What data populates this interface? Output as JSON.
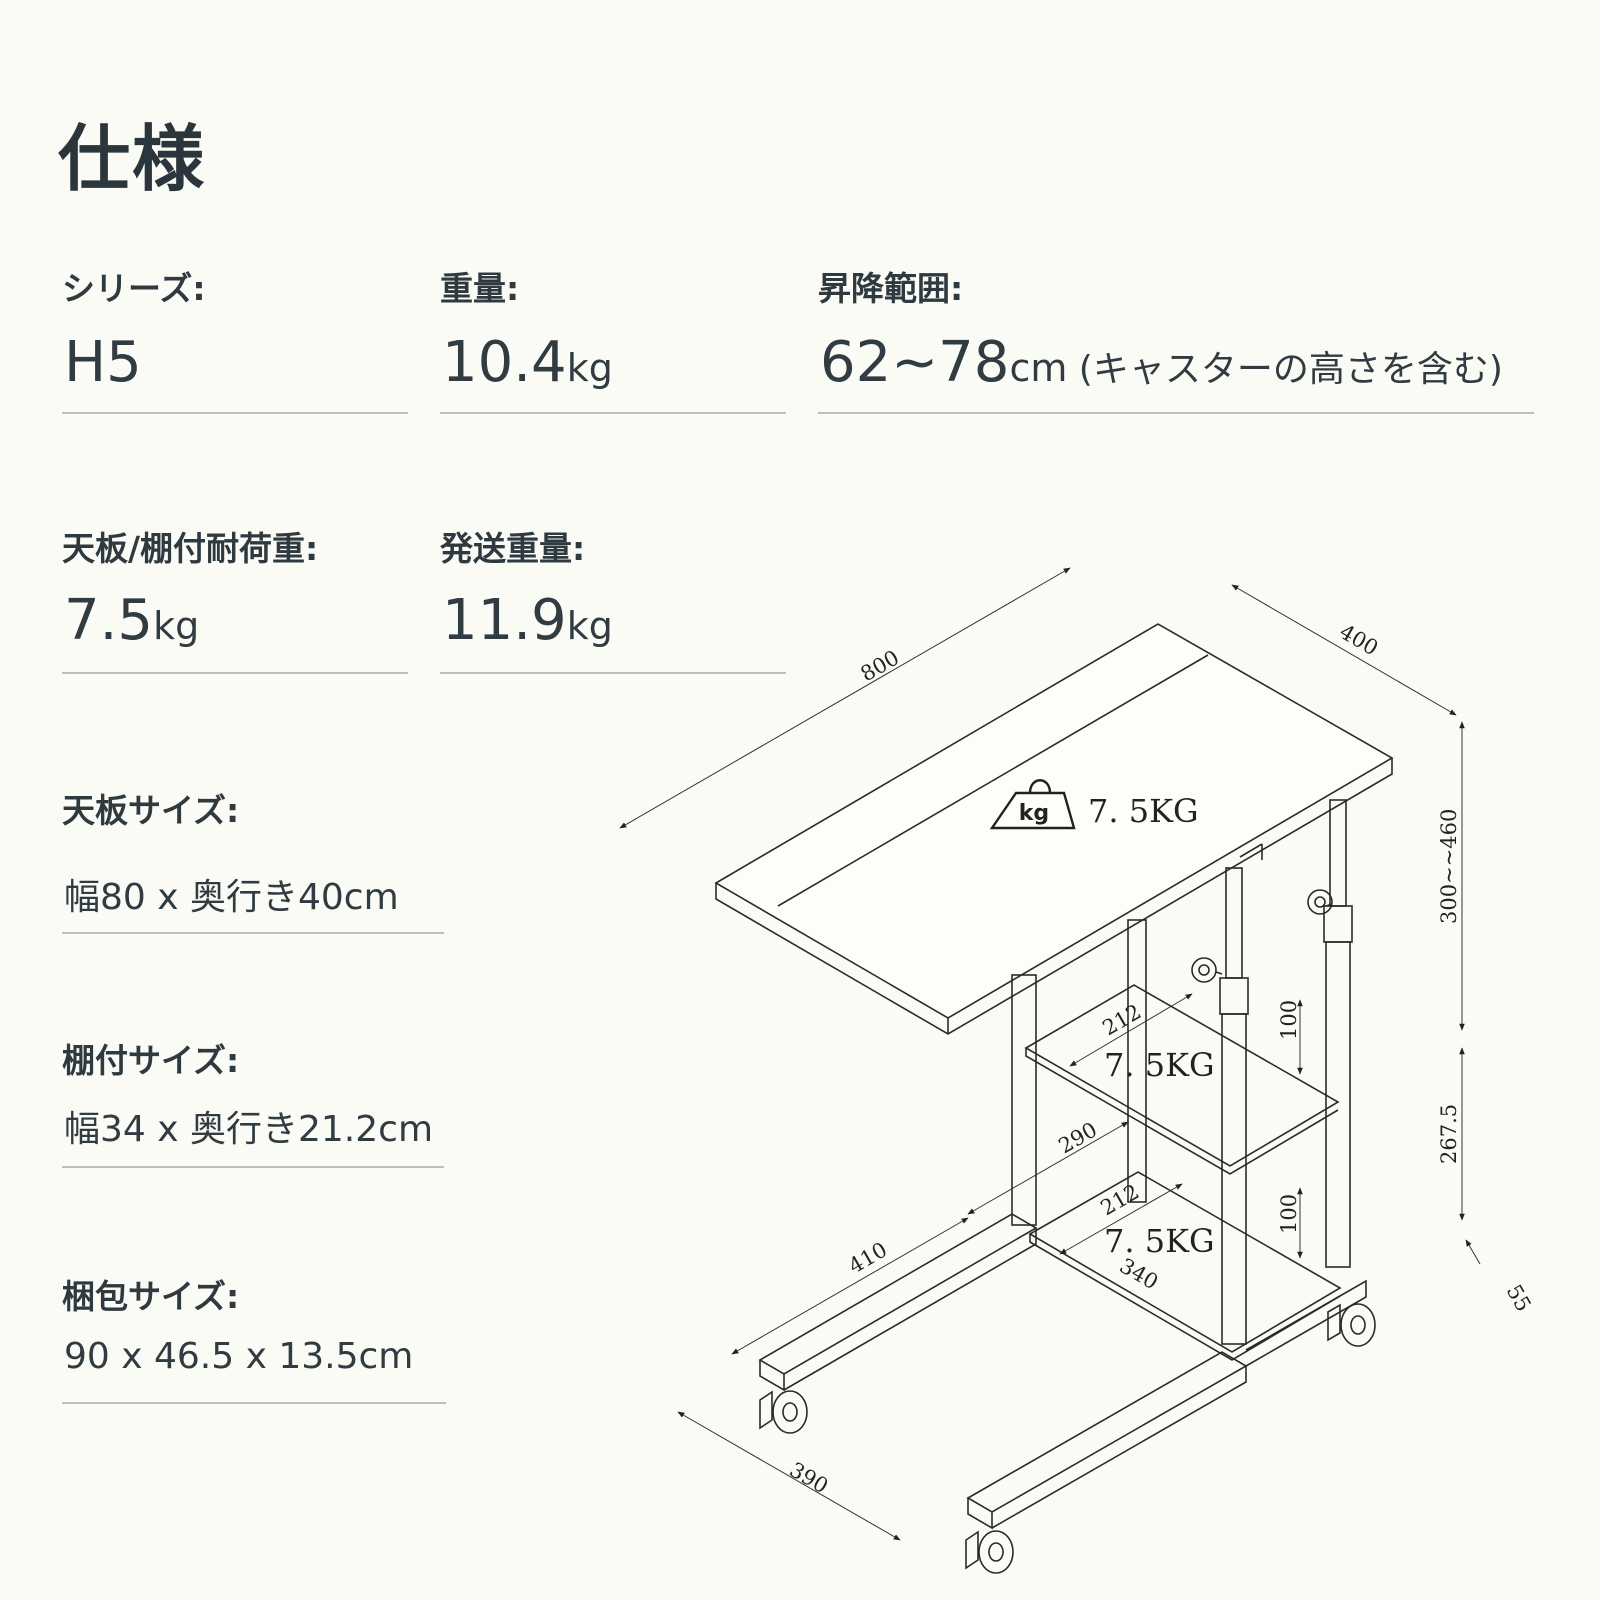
{
  "title": "仕様",
  "specs": {
    "series": {
      "label": "シリーズ:",
      "value": "H5"
    },
    "weight": {
      "label": "重量:",
      "value": "10.4",
      "unit": "kg"
    },
    "lift_range": {
      "label": "昇降範囲:",
      "value": "62~78",
      "unit": "cm",
      "note": " (キャスターの高さを含む)"
    },
    "load": {
      "label": "天板/棚付耐荷重:",
      "value": "7.5",
      "unit": "kg"
    },
    "ship_weight": {
      "label": "発送重量:",
      "value": "11.9",
      "unit": "kg"
    },
    "top_size": {
      "label": "天板サイズ:",
      "value": "幅80 x 奥行き40cm"
    },
    "shelf_size": {
      "label": "棚付サイズ:",
      "value": "幅34 x 奥行き21.2cm"
    },
    "package_size": {
      "label": "梱包サイズ:",
      "value": "90 x 46.5 x 13.5cm"
    }
  },
  "diagram": {
    "kg_icon": "kg",
    "dims": {
      "width": "800",
      "depth": "400",
      "height": "300~~460",
      "shelf_gap_upper": "100",
      "shelf_gap_lower": "100",
      "shelf_depth_upper": "212",
      "shelf_depth_lower": "212",
      "inner_290": "290",
      "inner_340": "340",
      "base_410": "410",
      "base_390": "390",
      "height_267": "267.5",
      "caster_55": "55"
    },
    "loads": {
      "top": "7. 5KG",
      "shelf_upper": "7. 5KG",
      "shelf_lower": "7. 5KG"
    }
  }
}
